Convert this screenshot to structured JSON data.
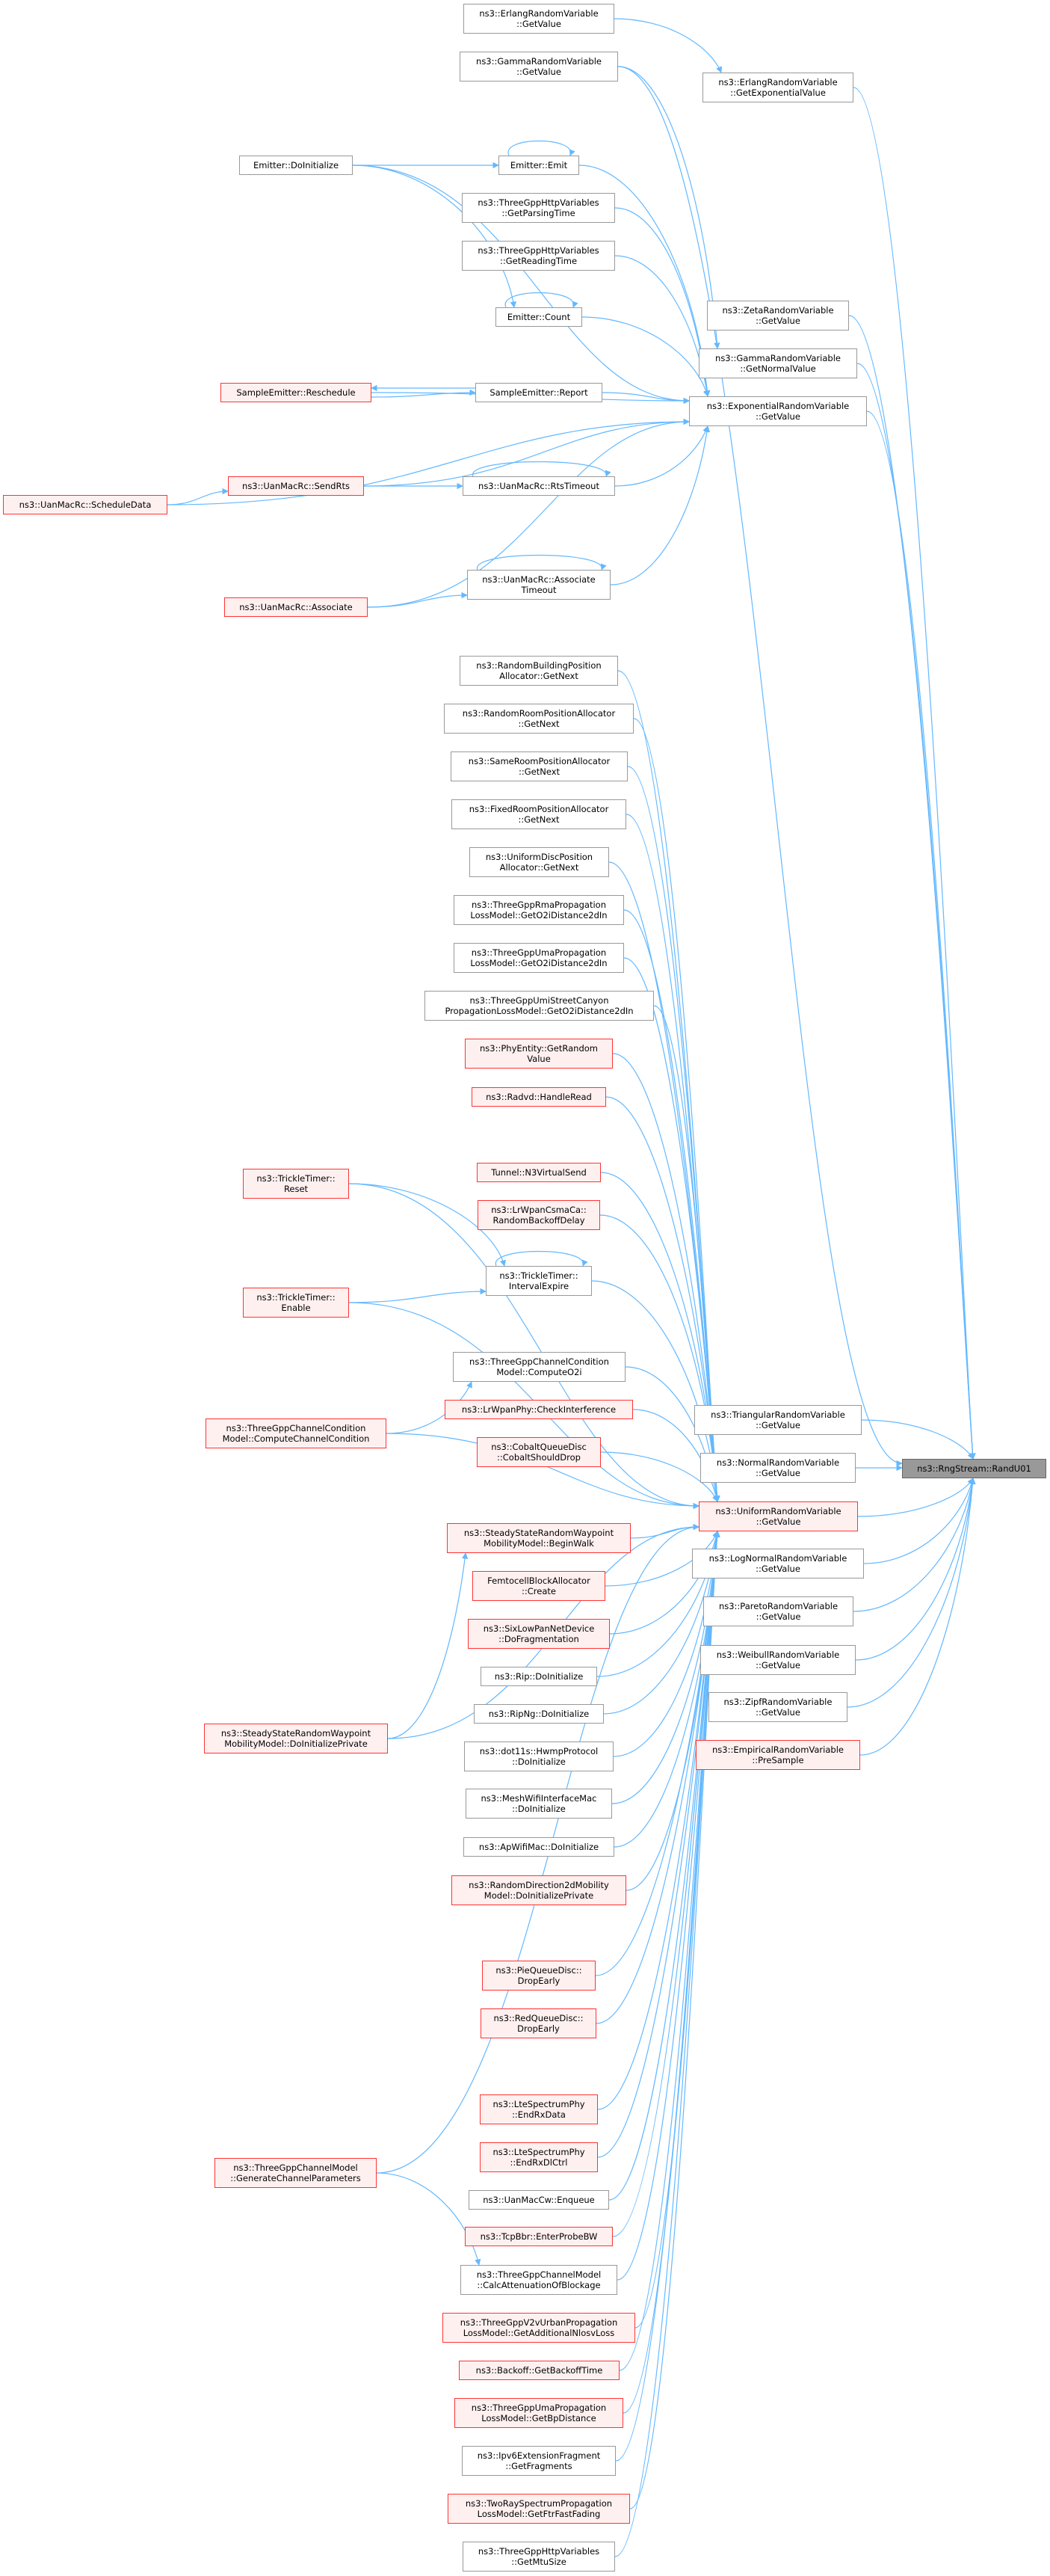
{
  "graph": {
    "edge_color": "#63b8ff",
    "focus_node": "ns3::RngStream::RandU01",
    "nodes": [
      {
        "id": "erlang_get",
        "label": "ns3::ErlangRandomVariable\n::GetValue",
        "style": "plain"
      },
      {
        "id": "gamma_get",
        "label": "ns3::GammaRandomVariable\n::GetValue",
        "style": "plain"
      },
      {
        "id": "erlang_exp",
        "label": "ns3::ErlangRandomVariable\n::GetExponentialValue",
        "style": "plain"
      },
      {
        "id": "emit_doinit",
        "label": "Emitter::DoInitialize",
        "style": "plain"
      },
      {
        "id": "emit_emit",
        "label": "Emitter::Emit",
        "style": "plain"
      },
      {
        "id": "parsing",
        "label": "ns3::ThreeGppHttpVariables\n::GetParsingTime",
        "style": "plain"
      },
      {
        "id": "reading",
        "label": "ns3::ThreeGppHttpVariables\n::GetReadingTime",
        "style": "plain"
      },
      {
        "id": "count",
        "label": "Emitter::Count",
        "style": "plain"
      },
      {
        "id": "zeta",
        "label": "ns3::ZetaRandomVariable\n::GetValue",
        "style": "plain"
      },
      {
        "id": "gamma_normal",
        "label": "ns3::GammaRandomVariable\n::GetNormalValue",
        "style": "plain"
      },
      {
        "id": "reschedule",
        "label": "SampleEmitter::Reschedule",
        "style": "red"
      },
      {
        "id": "report",
        "label": "SampleEmitter::Report",
        "style": "plain"
      },
      {
        "id": "exponential",
        "label": "ns3::ExponentialRandomVariable\n::GetValue",
        "style": "plain"
      },
      {
        "id": "sendrts",
        "label": "ns3::UanMacRc::SendRts",
        "style": "red"
      },
      {
        "id": "rtstimeout",
        "label": "ns3::UanMacRc::RtsTimeout",
        "style": "plain"
      },
      {
        "id": "scheduledata",
        "label": "ns3::UanMacRc::ScheduleData",
        "style": "red"
      },
      {
        "id": "assoc_timeout",
        "label": "ns3::UanMacRc::Associate\nTimeout",
        "style": "plain"
      },
      {
        "id": "associate",
        "label": "ns3::UanMacRc::Associate",
        "style": "red"
      },
      {
        "id": "rand_building",
        "label": "ns3::RandomBuildingPosition\nAllocator::GetNext",
        "style": "plain"
      },
      {
        "id": "rand_room",
        "label": "ns3::RandomRoomPositionAllocator\n::GetNext",
        "style": "plain"
      },
      {
        "id": "same_room",
        "label": "ns3::SameRoomPositionAllocator\n::GetNext",
        "style": "plain"
      },
      {
        "id": "fixed_room",
        "label": "ns3::FixedRoomPositionAllocator\n::GetNext",
        "style": "plain"
      },
      {
        "id": "uniform_disc",
        "label": "ns3::UniformDiscPosition\nAllocator::GetNext",
        "style": "plain"
      },
      {
        "id": "rma",
        "label": "ns3::ThreeGppRmaPropagation\nLossModel::GetO2iDistance2dIn",
        "style": "plain"
      },
      {
        "id": "uma",
        "label": "ns3::ThreeGppUmaPropagation\nLossModel::GetO2iDistance2dIn",
        "style": "plain"
      },
      {
        "id": "umi",
        "label": "ns3::ThreeGppUmiStreetCanyon\nPropagationLossModel::GetO2iDistance2dIn",
        "style": "plain"
      },
      {
        "id": "phyentity",
        "label": "ns3::PhyEntity::GetRandom\nValue",
        "style": "red"
      },
      {
        "id": "radvd",
        "label": "ns3::Radvd::HandleRead",
        "style": "red"
      },
      {
        "id": "tunnel",
        "label": "Tunnel::N3VirtualSend",
        "style": "red"
      },
      {
        "id": "trickle_reset",
        "label": "ns3::TrickleTimer::\nReset",
        "style": "red"
      },
      {
        "id": "lrwpan_csma",
        "label": "ns3::LrWpanCsmaCa::\nRandomBackoffDelay",
        "style": "red"
      },
      {
        "id": "interval_expire",
        "label": "ns3::TrickleTimer::\nIntervalExpire",
        "style": "plain"
      },
      {
        "id": "trickle_enable",
        "label": "ns3::TrickleTimer::\nEnable",
        "style": "red"
      },
      {
        "id": "compute_o2i",
        "label": "ns3::ThreeGppChannelCondition\nModel::ComputeO2i",
        "style": "plain"
      },
      {
        "id": "check_interf",
        "label": "ns3::LrWpanPhy::CheckInterference",
        "style": "red"
      },
      {
        "id": "compute_cc",
        "label": "ns3::ThreeGppChannelCondition\nModel::ComputeChannelCondition",
        "style": "red"
      },
      {
        "id": "cobalt",
        "label": "ns3::CobaltQueueDisc\n::CobaltShouldDrop",
        "style": "red"
      },
      {
        "id": "triangular",
        "label": "ns3::TriangularRandomVariable\n::GetValue",
        "style": "plain"
      },
      {
        "id": "normal",
        "label": "ns3::NormalRandomVariable\n::GetValue",
        "style": "plain"
      },
      {
        "id": "rngstream",
        "label": "ns3::RngStream::RandU01",
        "style": "current"
      },
      {
        "id": "uniform",
        "label": "ns3::UniformRandomVariable\n::GetValue",
        "style": "red"
      },
      {
        "id": "begin_walk",
        "label": "ns3::SteadyStateRandomWaypoint\nMobilityModel::BeginWalk",
        "style": "red"
      },
      {
        "id": "lognormal",
        "label": "ns3::LogNormalRandomVariable\n::GetValue",
        "style": "plain"
      },
      {
        "id": "femtocell",
        "label": "FemtocellBlockAllocator\n::Create",
        "style": "red"
      },
      {
        "id": "pareto",
        "label": "ns3::ParetoRandomVariable\n::GetValue",
        "style": "plain"
      },
      {
        "id": "sixlowpan",
        "label": "ns3::SixLowPanNetDevice\n::DoFragmentation",
        "style": "red"
      },
      {
        "id": "weibull",
        "label": "ns3::WeibullRandomVariable\n::GetValue",
        "style": "plain"
      },
      {
        "id": "rip",
        "label": "ns3::Rip::DoInitialize",
        "style": "plain"
      },
      {
        "id": "zipf",
        "label": "ns3::ZipfRandomVariable\n::GetValue",
        "style": "plain"
      },
      {
        "id": "ripng",
        "label": "ns3::RipNg::DoInitialize",
        "style": "plain"
      },
      {
        "id": "steady_doinit",
        "label": "ns3::SteadyStateRandomWaypoint\nMobilityModel::DoInitializePrivate",
        "style": "red"
      },
      {
        "id": "empirical",
        "label": "ns3::EmpiricalRandomVariable\n::PreSample",
        "style": "red"
      },
      {
        "id": "hwmp",
        "label": "ns3::dot11s::HwmpProtocol\n::DoInitialize",
        "style": "plain"
      },
      {
        "id": "meshwifi",
        "label": "ns3::MeshWifiInterfaceMac\n::DoInitialize",
        "style": "plain"
      },
      {
        "id": "apwifi",
        "label": "ns3::ApWifiMac::DoInitialize",
        "style": "plain"
      },
      {
        "id": "randdir",
        "label": "ns3::RandomDirection2dMobility\nModel::DoInitializePrivate",
        "style": "red"
      },
      {
        "id": "pie",
        "label": "ns3::PieQueueDisc::\nDropEarly",
        "style": "red"
      },
      {
        "id": "red_q",
        "label": "ns3::RedQueueDisc::\nDropEarly",
        "style": "red"
      },
      {
        "id": "endrxdata",
        "label": "ns3::LteSpectrumPhy\n::EndRxData",
        "style": "red"
      },
      {
        "id": "endrxdlctrl",
        "label": "ns3::LteSpectrumPhy\n::EndRxDlCtrl",
        "style": "red"
      },
      {
        "id": "gen_channel",
        "label": "ns3::ThreeGppChannelModel\n::GenerateChannelParameters",
        "style": "red"
      },
      {
        "id": "uanmaccw",
        "label": "ns3::UanMacCw::Enqueue",
        "style": "plain"
      },
      {
        "id": "tcpbbr",
        "label": "ns3::TcpBbr::EnterProbeBW",
        "style": "red"
      },
      {
        "id": "calc_atten",
        "label": "ns3::ThreeGppChannelModel\n::CalcAttenuationOfBlockage",
        "style": "plain"
      },
      {
        "id": "v2v",
        "label": "ns3::ThreeGppV2vUrbanPropagation\nLossModel::GetAdditionalNlosvLoss",
        "style": "red"
      },
      {
        "id": "backoff",
        "label": "ns3::Backoff::GetBackoffTime",
        "style": "red"
      },
      {
        "id": "uma_bp",
        "label": "ns3::ThreeGppUmaPropagation\nLossModel::GetBpDistance",
        "style": "red"
      },
      {
        "id": "ipv6frag",
        "label": "ns3::Ipv6ExtensionFragment\n::GetFragments",
        "style": "plain"
      },
      {
        "id": "tworay",
        "label": "ns3::TwoRaySpectrumPropagation\nLossModel::GetFtrFastFading",
        "style": "red"
      },
      {
        "id": "mtusize",
        "label": "ns3::ThreeGppHttpVariables\n::GetMtuSize",
        "style": "plain"
      }
    ],
    "edges": [
      [
        "erlang_get",
        "erlang_exp"
      ],
      [
        "erlang_exp",
        "rngstream"
      ],
      [
        "gamma_get",
        "gamma_normal"
      ],
      [
        "gamma_get",
        "rngstream"
      ],
      [
        "emit_doinit",
        "emit_emit"
      ],
      [
        "emit_doinit",
        "count"
      ],
      [
        "emit_doinit",
        "exponential"
      ],
      [
        "emit_emit",
        "emit_emit"
      ],
      [
        "emit_emit",
        "exponential"
      ],
      [
        "parsing",
        "exponential"
      ],
      [
        "reading",
        "exponential"
      ],
      [
        "count",
        "count"
      ],
      [
        "count",
        "exponential"
      ],
      [
        "zeta",
        "rngstream"
      ],
      [
        "gamma_normal",
        "rngstream"
      ],
      [
        "exponential",
        "rngstream"
      ],
      [
        "reschedule",
        "report"
      ],
      [
        "report",
        "reschedule"
      ],
      [
        "reschedule",
        "exponential"
      ],
      [
        "report",
        "exponential"
      ],
      [
        "sendrts",
        "exponential"
      ],
      [
        "sendrts",
        "rtstimeout"
      ],
      [
        "rtstimeout",
        "rtstimeout"
      ],
      [
        "rtstimeout",
        "exponential"
      ],
      [
        "scheduledata",
        "sendrts"
      ],
      [
        "scheduledata",
        "exponential"
      ],
      [
        "assoc_timeout",
        "assoc_timeout"
      ],
      [
        "assoc_timeout",
        "exponential"
      ],
      [
        "associate",
        "assoc_timeout"
      ],
      [
        "associate",
        "exponential"
      ],
      [
        "rand_building",
        "uniform"
      ],
      [
        "rand_room",
        "uniform"
      ],
      [
        "same_room",
        "uniform"
      ],
      [
        "fixed_room",
        "uniform"
      ],
      [
        "uniform_disc",
        "uniform"
      ],
      [
        "rma",
        "uniform"
      ],
      [
        "uma",
        "uniform"
      ],
      [
        "umi",
        "uniform"
      ],
      [
        "phyentity",
        "uniform"
      ],
      [
        "radvd",
        "uniform"
      ],
      [
        "tunnel",
        "uniform"
      ],
      [
        "trickle_reset",
        "interval_expire"
      ],
      [
        "trickle_reset",
        "uniform"
      ],
      [
        "lrwpan_csma",
        "uniform"
      ],
      [
        "interval_expire",
        "interval_expire"
      ],
      [
        "interval_expire",
        "uniform"
      ],
      [
        "trickle_enable",
        "interval_expire"
      ],
      [
        "trickle_enable",
        "uniform"
      ],
      [
        "compute_o2i",
        "uniform"
      ],
      [
        "check_interf",
        "uniform"
      ],
      [
        "compute_cc",
        "compute_o2i"
      ],
      [
        "compute_cc",
        "uniform"
      ],
      [
        "cobalt",
        "uniform"
      ],
      [
        "triangular",
        "rngstream"
      ],
      [
        "normal",
        "rngstream"
      ],
      [
        "uniform",
        "rngstream"
      ],
      [
        "begin_walk",
        "uniform"
      ],
      [
        "lognormal",
        "rngstream"
      ],
      [
        "femtocell",
        "uniform"
      ],
      [
        "pareto",
        "rngstream"
      ],
      [
        "sixlowpan",
        "uniform"
      ],
      [
        "weibull",
        "rngstream"
      ],
      [
        "rip",
        "uniform"
      ],
      [
        "zipf",
        "rngstream"
      ],
      [
        "ripng",
        "uniform"
      ],
      [
        "steady_doinit",
        "begin_walk"
      ],
      [
        "steady_doinit",
        "uniform"
      ],
      [
        "empirical",
        "rngstream"
      ],
      [
        "hwmp",
        "uniform"
      ],
      [
        "meshwifi",
        "uniform"
      ],
      [
        "apwifi",
        "uniform"
      ],
      [
        "randdir",
        "uniform"
      ],
      [
        "pie",
        "uniform"
      ],
      [
        "red_q",
        "uniform"
      ],
      [
        "endrxdata",
        "uniform"
      ],
      [
        "endrxdlctrl",
        "uniform"
      ],
      [
        "gen_channel",
        "calc_atten"
      ],
      [
        "gen_channel",
        "uniform"
      ],
      [
        "uanmaccw",
        "uniform"
      ],
      [
        "tcpbbr",
        "uniform"
      ],
      [
        "calc_atten",
        "uniform"
      ],
      [
        "v2v",
        "uniform"
      ],
      [
        "backoff",
        "uniform"
      ],
      [
        "uma_bp",
        "uniform"
      ],
      [
        "ipv6frag",
        "uniform"
      ],
      [
        "tworay",
        "uniform"
      ],
      [
        "mtusize",
        "uniform"
      ]
    ]
  }
}
